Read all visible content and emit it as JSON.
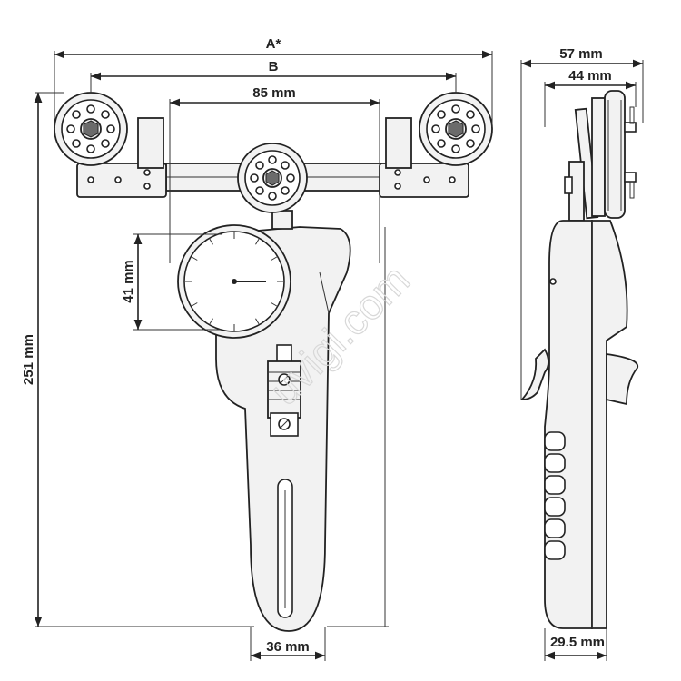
{
  "dimensions": {
    "a": "A*",
    "b": "B",
    "d85": "85 mm",
    "d41": "41 mm",
    "d251": "251 mm",
    "d36": "36 mm",
    "d57": "57 mm",
    "d44": "44 mm",
    "d295": "29.5 mm"
  },
  "watermark": "uvigi.com",
  "colors": {
    "line": "#222222",
    "fill": "#f2f2f2",
    "watermark": "#d8d8d8"
  }
}
